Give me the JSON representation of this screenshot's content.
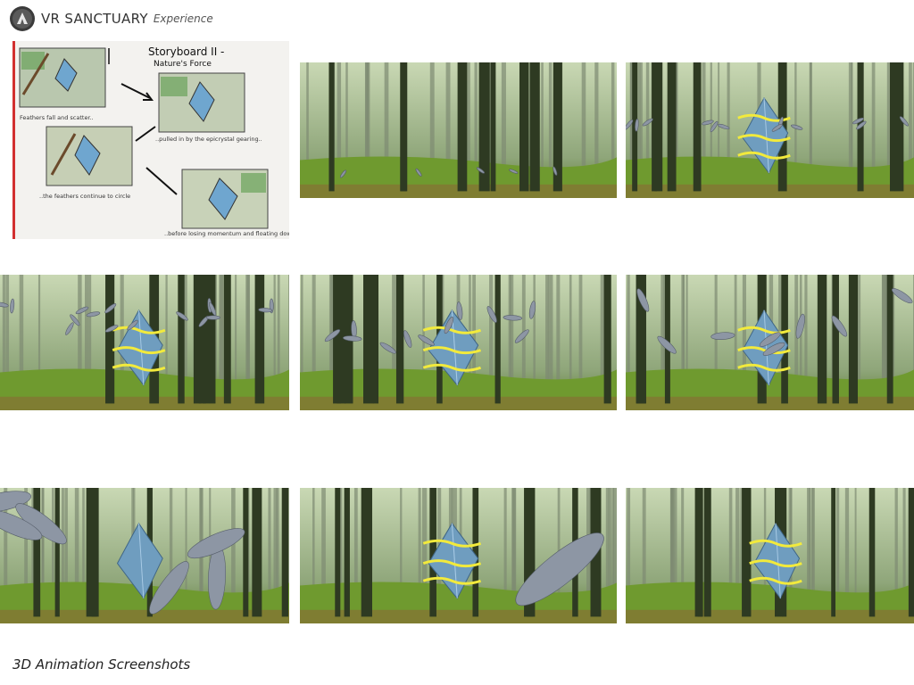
{
  "header": {
    "brand": "VR SANCTUARY",
    "subtitle": "Experience",
    "logo_icon": "mountain-logo-icon"
  },
  "storyboard": {
    "title": "Storyboard II -",
    "subtitle": "Nature's Force",
    "captions": [
      "Feathers fall and scatter..",
      "..pulled in by the epicrystal gearing..",
      "..the feathers continue to circle",
      "..before losing momentum and floating down"
    ]
  },
  "footer": {
    "caption": "3D Animation Screenshots"
  },
  "frames": [
    {
      "id": 1,
      "crystal": false,
      "rings": false,
      "feathers": "small-cluster"
    },
    {
      "id": 2,
      "crystal": true,
      "rings": true,
      "feathers": "swirl-band"
    },
    {
      "id": 3,
      "crystal": true,
      "rings": true,
      "feathers": "wide-band"
    },
    {
      "id": 4,
      "crystal": true,
      "rings": true,
      "feathers": "scatter"
    },
    {
      "id": 5,
      "crystal": true,
      "rings": true,
      "feathers": "larger-scatter"
    },
    {
      "id": 6,
      "crystal": true,
      "rings": false,
      "feathers": "large-close"
    },
    {
      "id": 7,
      "crystal": true,
      "rings": true,
      "feathers": "one-large"
    },
    {
      "id": 8,
      "crystal": true,
      "rings": true,
      "feathers": "none"
    }
  ],
  "colors": {
    "forest_light": "#c9d8b4",
    "forest_dark": "#2e3a22",
    "grass": "#6f9a2f",
    "crystal": "#6f9dbf",
    "rings": "#f2ea3c",
    "feather": "#8d96a4"
  }
}
